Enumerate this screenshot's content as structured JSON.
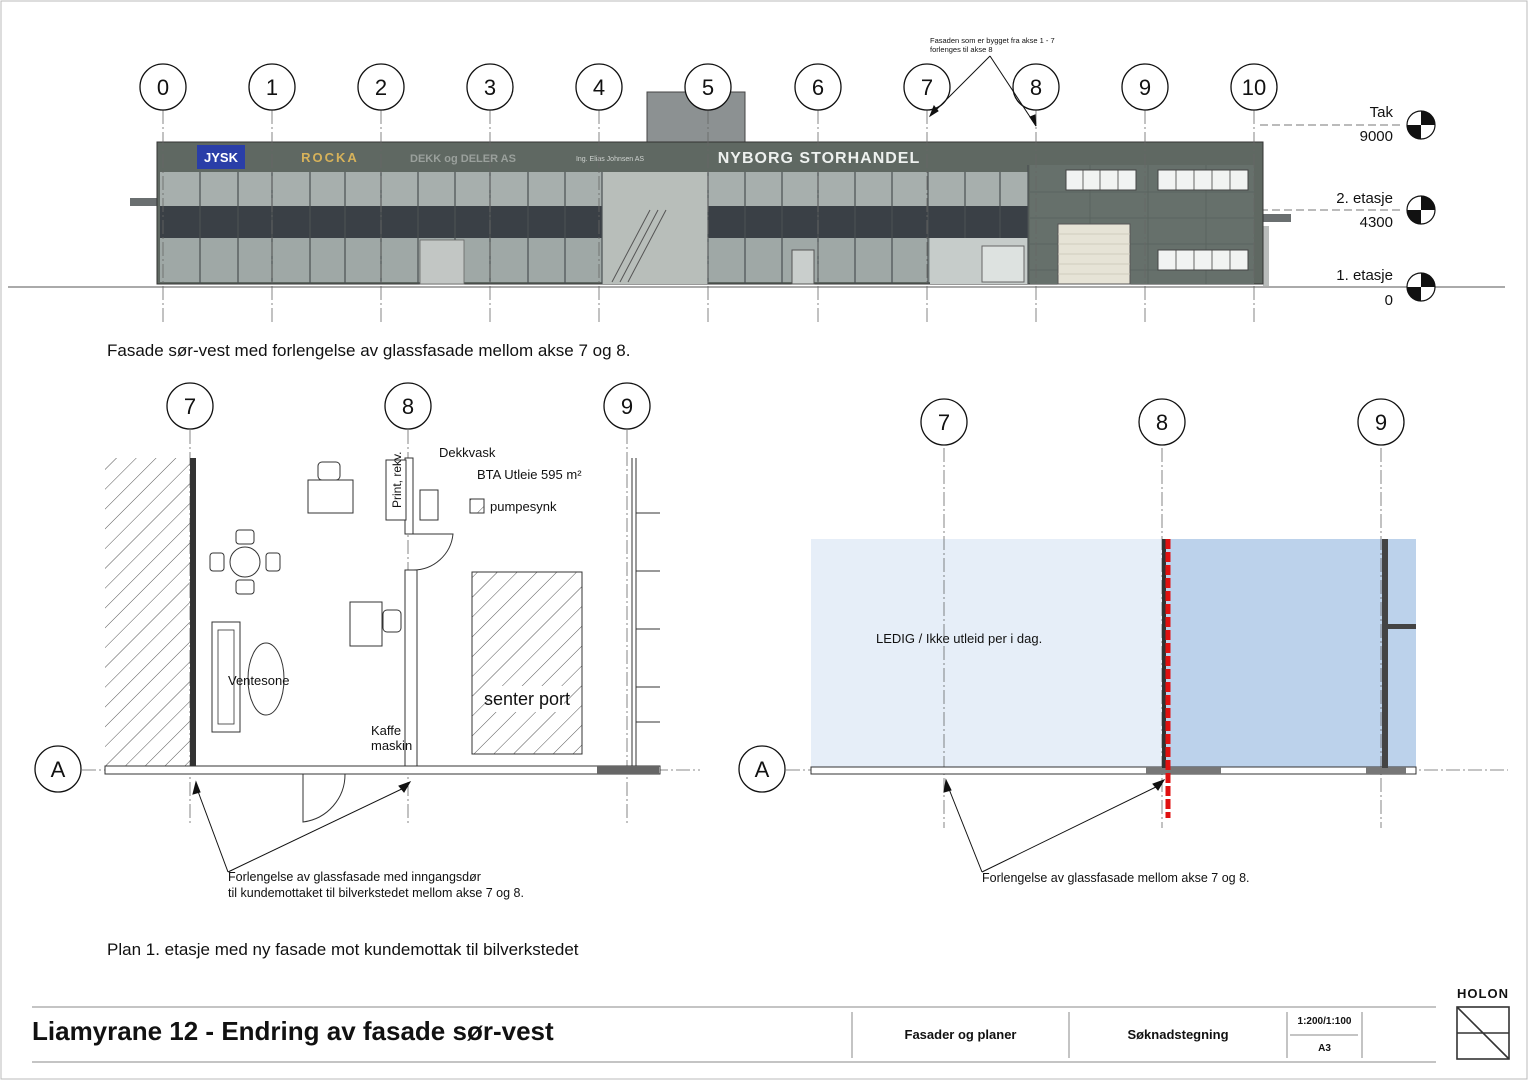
{
  "facade": {
    "axes": [
      "0",
      "1",
      "2",
      "3",
      "4",
      "5",
      "6",
      "7",
      "8",
      "9",
      "10"
    ],
    "levels": [
      {
        "name": "Tak",
        "value": "9000"
      },
      {
        "name": "2. etasje",
        "value": "4300"
      },
      {
        "name": "1. etasje",
        "value": "0"
      }
    ],
    "note_line1": "Fasaden som er bygget fra akse 1 - 7",
    "note_line2": "forlenges til akse 8",
    "signs": {
      "jysk": "JYSK",
      "rocka": "ROCKA",
      "dekk": "DEKK og DELER AS",
      "small": "Ing. Elias Johnsen AS",
      "main": "NYBORG STORHANDEL"
    },
    "caption": "Fasade sør-vest med forlengelse av glassfasade mellom akse 7 og 8."
  },
  "plan_left": {
    "axes": [
      "7",
      "8",
      "9"
    ],
    "row_axis": "A",
    "labels": {
      "dekkvask": "Dekkvask",
      "bta": "BTA Utleie 595 m²",
      "pumpesynk": "pumpesynk",
      "print": "Print, rekv.",
      "ventesone": "Ventesone",
      "senter_port": "senter port",
      "kaffe1": "Kaffe",
      "kaffe2": "maskin"
    },
    "note_line1": "Forlengelse av glassfasade med inngangsdør",
    "note_line2": "til kundemottaket til bilverkstedet mellom akse 7 og 8."
  },
  "plan_right": {
    "axes": [
      "7",
      "8",
      "9"
    ],
    "row_axis": "A",
    "ledig": "LEDIG / Ikke utleid per i dag.",
    "note": "Forlengelse av glassfasade mellom akse 7 og 8."
  },
  "plan_caption": "Plan 1. etasje med ny fasade mot kundemottak til bilverkstedet",
  "title_block": {
    "title": "Liamyrane 12 - Endring av fasade sør-vest",
    "drawings": "Fasader og planer",
    "type": "Søknadstegning",
    "scale": "1:200/1:100",
    "format": "A3",
    "brand": "HOLON"
  },
  "colors": {
    "facade_panel": "#5f6862",
    "glass": "#9fa8a6",
    "band": "#3a4046",
    "plan_fill_light": "#e6eef8",
    "plan_fill_dark": "#bcd2eb",
    "new_facade_red": "#e01010"
  }
}
